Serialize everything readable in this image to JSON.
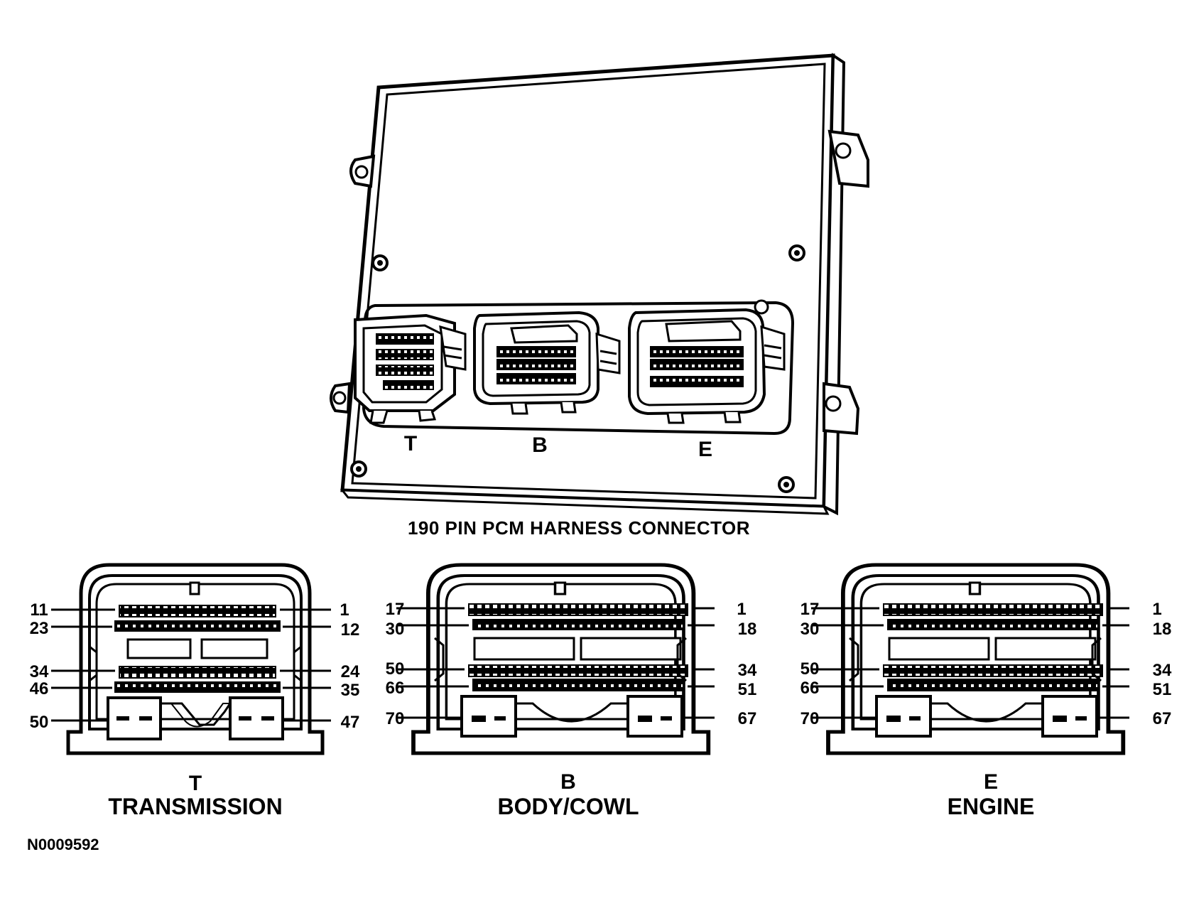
{
  "module": {
    "caption": "190 PIN PCM HARNESS CONNECTOR",
    "slot_labels": [
      "T",
      "B",
      "E"
    ]
  },
  "connectors": [
    {
      "letter": "T",
      "title": "TRANSMISSION",
      "pins": {
        "row1_left": "11",
        "row1_right": "1",
        "row2_left": "23",
        "row2_right": "12",
        "row3_left": "34",
        "row3_right": "24",
        "row4_left": "46",
        "row4_right": "35",
        "row5_left": "50",
        "row5_right": "47"
      }
    },
    {
      "letter": "B",
      "title": "BODY/COWL",
      "pins": {
        "row1_left": "17",
        "row1_right": "1",
        "row2_left": "30",
        "row2_right": "18",
        "row3_left": "50",
        "row3_right": "34",
        "row4_left": "66",
        "row4_right": "51",
        "row5_left": "70",
        "row5_right": "67"
      }
    },
    {
      "letter": "E",
      "title": "ENGINE",
      "pins": {
        "row1_left": "17",
        "row1_right": "1",
        "row2_left": "30",
        "row2_right": "18",
        "row3_left": "50",
        "row3_right": "34",
        "row4_left": "66",
        "row4_right": "51",
        "row5_left": "70",
        "row5_right": "67"
      }
    }
  ],
  "figure_id": "N0009592"
}
